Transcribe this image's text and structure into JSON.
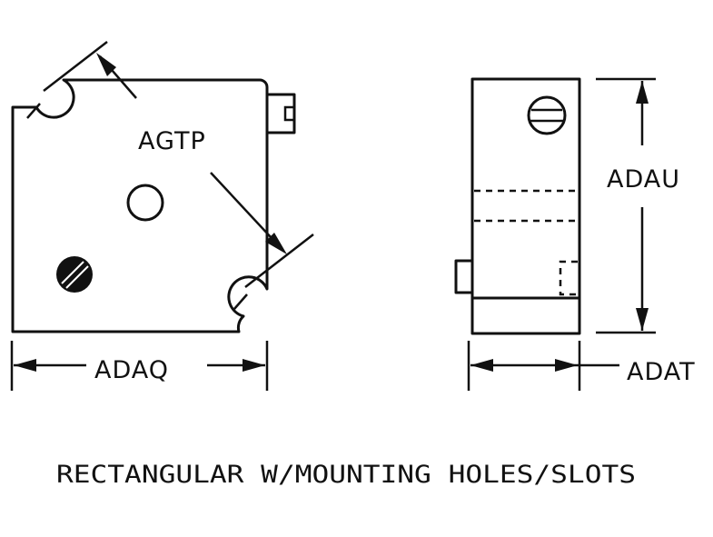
{
  "labels": {
    "agtp": "AGTP",
    "adau": "ADAU",
    "adaq": "ADAQ",
    "adat": "ADAT"
  },
  "caption": "RECTANGULAR W/MOUNTING HOLES/SLOTS"
}
